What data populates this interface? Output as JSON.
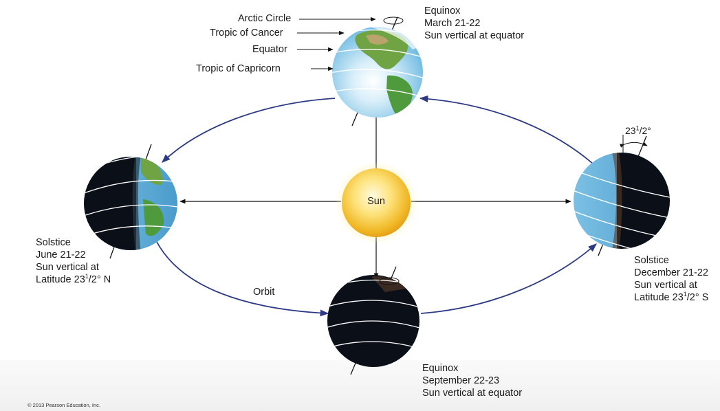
{
  "legend_labels": [
    {
      "key": "arctic",
      "text": "Arctic Circle"
    },
    {
      "key": "cancer",
      "text": "Tropic of Cancer"
    },
    {
      "key": "equator",
      "text": "Equator"
    },
    {
      "key": "capricorn",
      "text": "Tropic of Capricorn"
    }
  ],
  "sun": {
    "label": "Sun"
  },
  "orbit": {
    "label": "Orbit"
  },
  "angle_label": {
    "main": "23",
    "sup": "1",
    "sub": "/2",
    "deg": "°"
  },
  "positions": {
    "march": {
      "lines": [
        "Equinox",
        "March 21-22",
        "Sun vertical at equator"
      ]
    },
    "june": {
      "lines": [
        "Solstice",
        "June 21-22",
        "Sun vertical at"
      ],
      "lat_prefix": "Latitude 23",
      "sup": "1",
      "frac": "/2",
      "suffix": "° N"
    },
    "december": {
      "lines": [
        "Solstice",
        "December 21-22",
        "Sun vertical at"
      ],
      "lat_prefix": "Latitude 23",
      "sup": "1",
      "frac": "/2",
      "suffix": "° S"
    },
    "september": {
      "lines": [
        "Equinox",
        "September 22-23",
        "Sun vertical at equator"
      ]
    }
  },
  "footer": {
    "copyright": "© 2013 Pearson Education, Inc."
  },
  "colors": {
    "orbit": "#2c3a85",
    "ocean": "#7fc4e8",
    "land": "#4f9a3c",
    "night": "#0b1018",
    "sun": "#f2c437"
  }
}
